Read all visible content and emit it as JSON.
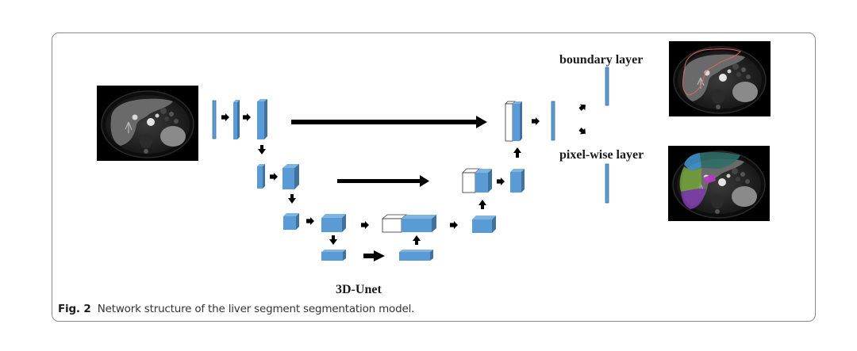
{
  "figure": {
    "fig_label": "Fig. 2",
    "caption": "Network structure of the liver segment segmentation model.",
    "network_label": "3D-Unet",
    "output_labels": {
      "boundary": "boundary layer",
      "pixelwise": "pixel-wise layer"
    }
  },
  "images": {
    "input": "input MRI slice (axial abdomen, grayscale)",
    "boundary_output": "MRI slice with red liver boundary contour",
    "pixelwise_output": "MRI slice with colored liver segment overlay"
  },
  "colors": {
    "block_face": "#5b9bd5",
    "block_top": "#7fb3e0",
    "block_side": "#41719c",
    "concat_block": "#ffffff",
    "arrow": "#000000",
    "frame_border": "#8a8a8a",
    "boundary_contour": "#e06666",
    "segment_colors": [
      "#3d8fc7",
      "#2f6d67",
      "#6f9c3a",
      "#7a3aa6",
      "#b23bbf"
    ]
  }
}
